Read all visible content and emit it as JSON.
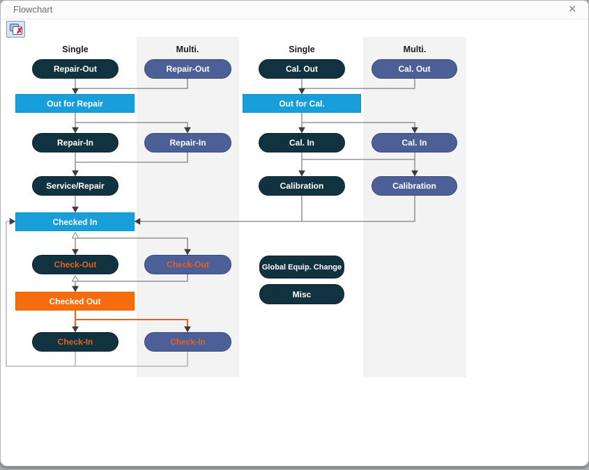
{
  "window": {
    "title": "Flowchart"
  },
  "icons": {
    "titlebar_close": "✕",
    "toolbar_red_x": "✗"
  },
  "columns": [
    {
      "header": "Single"
    },
    {
      "header": "Multi."
    },
    {
      "header": "Single"
    },
    {
      "header": "Multi."
    }
  ],
  "nodes": {
    "repair_out_single": "Repair-Out",
    "repair_out_multi": "Repair-Out",
    "out_for_repair": "Out for Repair",
    "repair_in_single": "Repair-In",
    "repair_in_multi": "Repair-In",
    "service_repair": "Service/Repair",
    "checked_in": "Checked In",
    "check_out_single": "Check-Out",
    "check_out_multi": "Check-Out",
    "checked_out": "Checked Out",
    "check_in_single": "Check-In",
    "check_in_multi": "Check-In",
    "cal_out_single": "Cal. Out",
    "cal_out_multi": "Cal. Out",
    "out_for_cal": "Out for Cal.",
    "cal_in_single": "Cal. In",
    "cal_in_multi": "Cal. In",
    "calibration_single": "Calibration",
    "calibration_multi": "Calibration",
    "global_equip_change": "Global Equip. Change",
    "misc": "Misc"
  },
  "colors": {
    "node_dark_navy": "#113340",
    "node_slate_blue": "#4c5f97",
    "node_light_blue": "#189fd9",
    "node_orange": "#f76c0c",
    "text_orange": "#e8611c",
    "connector_gray": "#7f7f7f",
    "connector_loop_gray": "#a6a6a6",
    "connector_orange": "#e8611c",
    "multi_column_bg": "#f3f3f3"
  }
}
